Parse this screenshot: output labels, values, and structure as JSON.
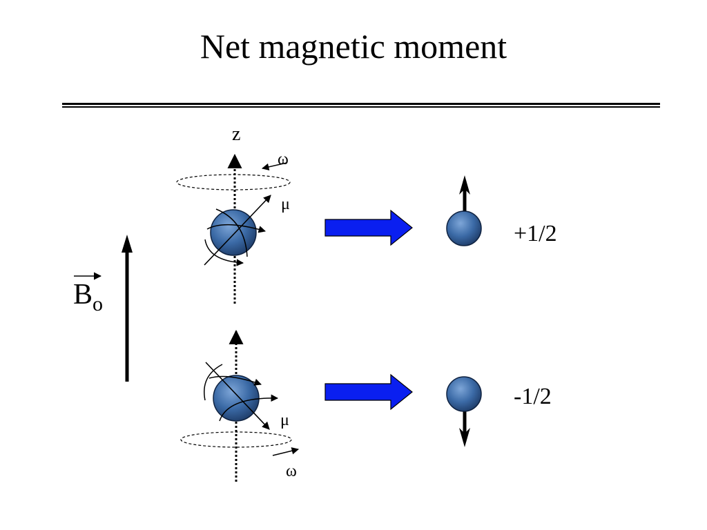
{
  "title": "Net magnetic moment",
  "labels": {
    "z_axis": "z",
    "omega_top": "ω",
    "mu_top": "μ",
    "spin_up": "+1/2",
    "field_letter": "B",
    "field_subscript": "o",
    "spin_down": "-1/2",
    "mu_bottom": "μ",
    "omega_bottom": "ω"
  },
  "colors": {
    "sphere_light": "#7ea6d8",
    "sphere_mid": "#3b6aa6",
    "sphere_dark": "#1d3a66",
    "block_arrow": "#0a1ff0"
  }
}
